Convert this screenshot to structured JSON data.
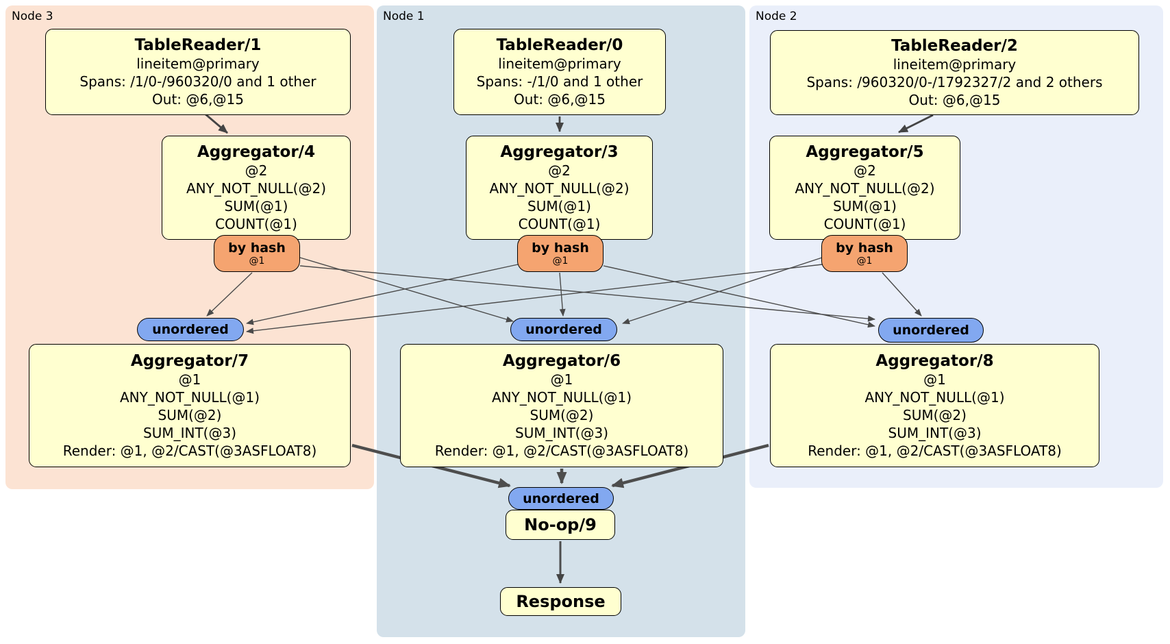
{
  "groups": [
    {
      "label": "Node 3"
    },
    {
      "label": "Node 1"
    },
    {
      "label": "Node 2"
    }
  ],
  "processors": {
    "tr1": {
      "title": "TableReader/1",
      "lines": [
        "lineitem@primary",
        "Spans: /1/0-/960320/0 and 1 other",
        "Out: @6,@15"
      ]
    },
    "tr0": {
      "title": "TableReader/0",
      "lines": [
        "lineitem@primary",
        "Spans: -/1/0 and 1 other",
        "Out: @6,@15"
      ]
    },
    "tr2": {
      "title": "TableReader/2",
      "lines": [
        "lineitem@primary",
        "Spans: /960320/0-/1792327/2 and 2 others",
        "Out: @6,@15"
      ]
    },
    "agg4": {
      "title": "Aggregator/4",
      "lines": [
        "@2",
        "ANY_NOT_NULL(@2)",
        "SUM(@1)",
        "COUNT(@1)"
      ]
    },
    "agg3": {
      "title": "Aggregator/3",
      "lines": [
        "@2",
        "ANY_NOT_NULL(@2)",
        "SUM(@1)",
        "COUNT(@1)"
      ]
    },
    "agg5": {
      "title": "Aggregator/5",
      "lines": [
        "@2",
        "ANY_NOT_NULL(@2)",
        "SUM(@1)",
        "COUNT(@1)"
      ]
    },
    "agg7": {
      "title": "Aggregator/7",
      "lines": [
        "@1",
        "ANY_NOT_NULL(@1)",
        "SUM(@2)",
        "SUM_INT(@3)",
        "Render: @1, @2/CAST(@3ASFLOAT8)"
      ]
    },
    "agg6": {
      "title": "Aggregator/6",
      "lines": [
        "@1",
        "ANY_NOT_NULL(@1)",
        "SUM(@2)",
        "SUM_INT(@3)",
        "Render: @1, @2/CAST(@3ASFLOAT8)"
      ]
    },
    "agg8": {
      "title": "Aggregator/8",
      "lines": [
        "@1",
        "ANY_NOT_NULL(@1)",
        "SUM(@2)",
        "SUM_INT(@3)",
        "Render: @1, @2/CAST(@3ASFLOAT8)"
      ]
    },
    "noop": {
      "title": "No-op/9"
    },
    "response": {
      "title": "Response"
    }
  },
  "routers": {
    "by_hash_label": "by hash",
    "by_hash_tag": "@1",
    "unordered_label": "unordered"
  },
  "colors": {
    "node3_bg": "#fce3d3",
    "node1_bg": "#d4e1ea",
    "node2_bg": "#eaeffa",
    "box_fill": "#ffffd0",
    "hash_router_fill": "#f5a470",
    "sync_fill": "#82a8f0",
    "edge": "#4a4a4a"
  }
}
